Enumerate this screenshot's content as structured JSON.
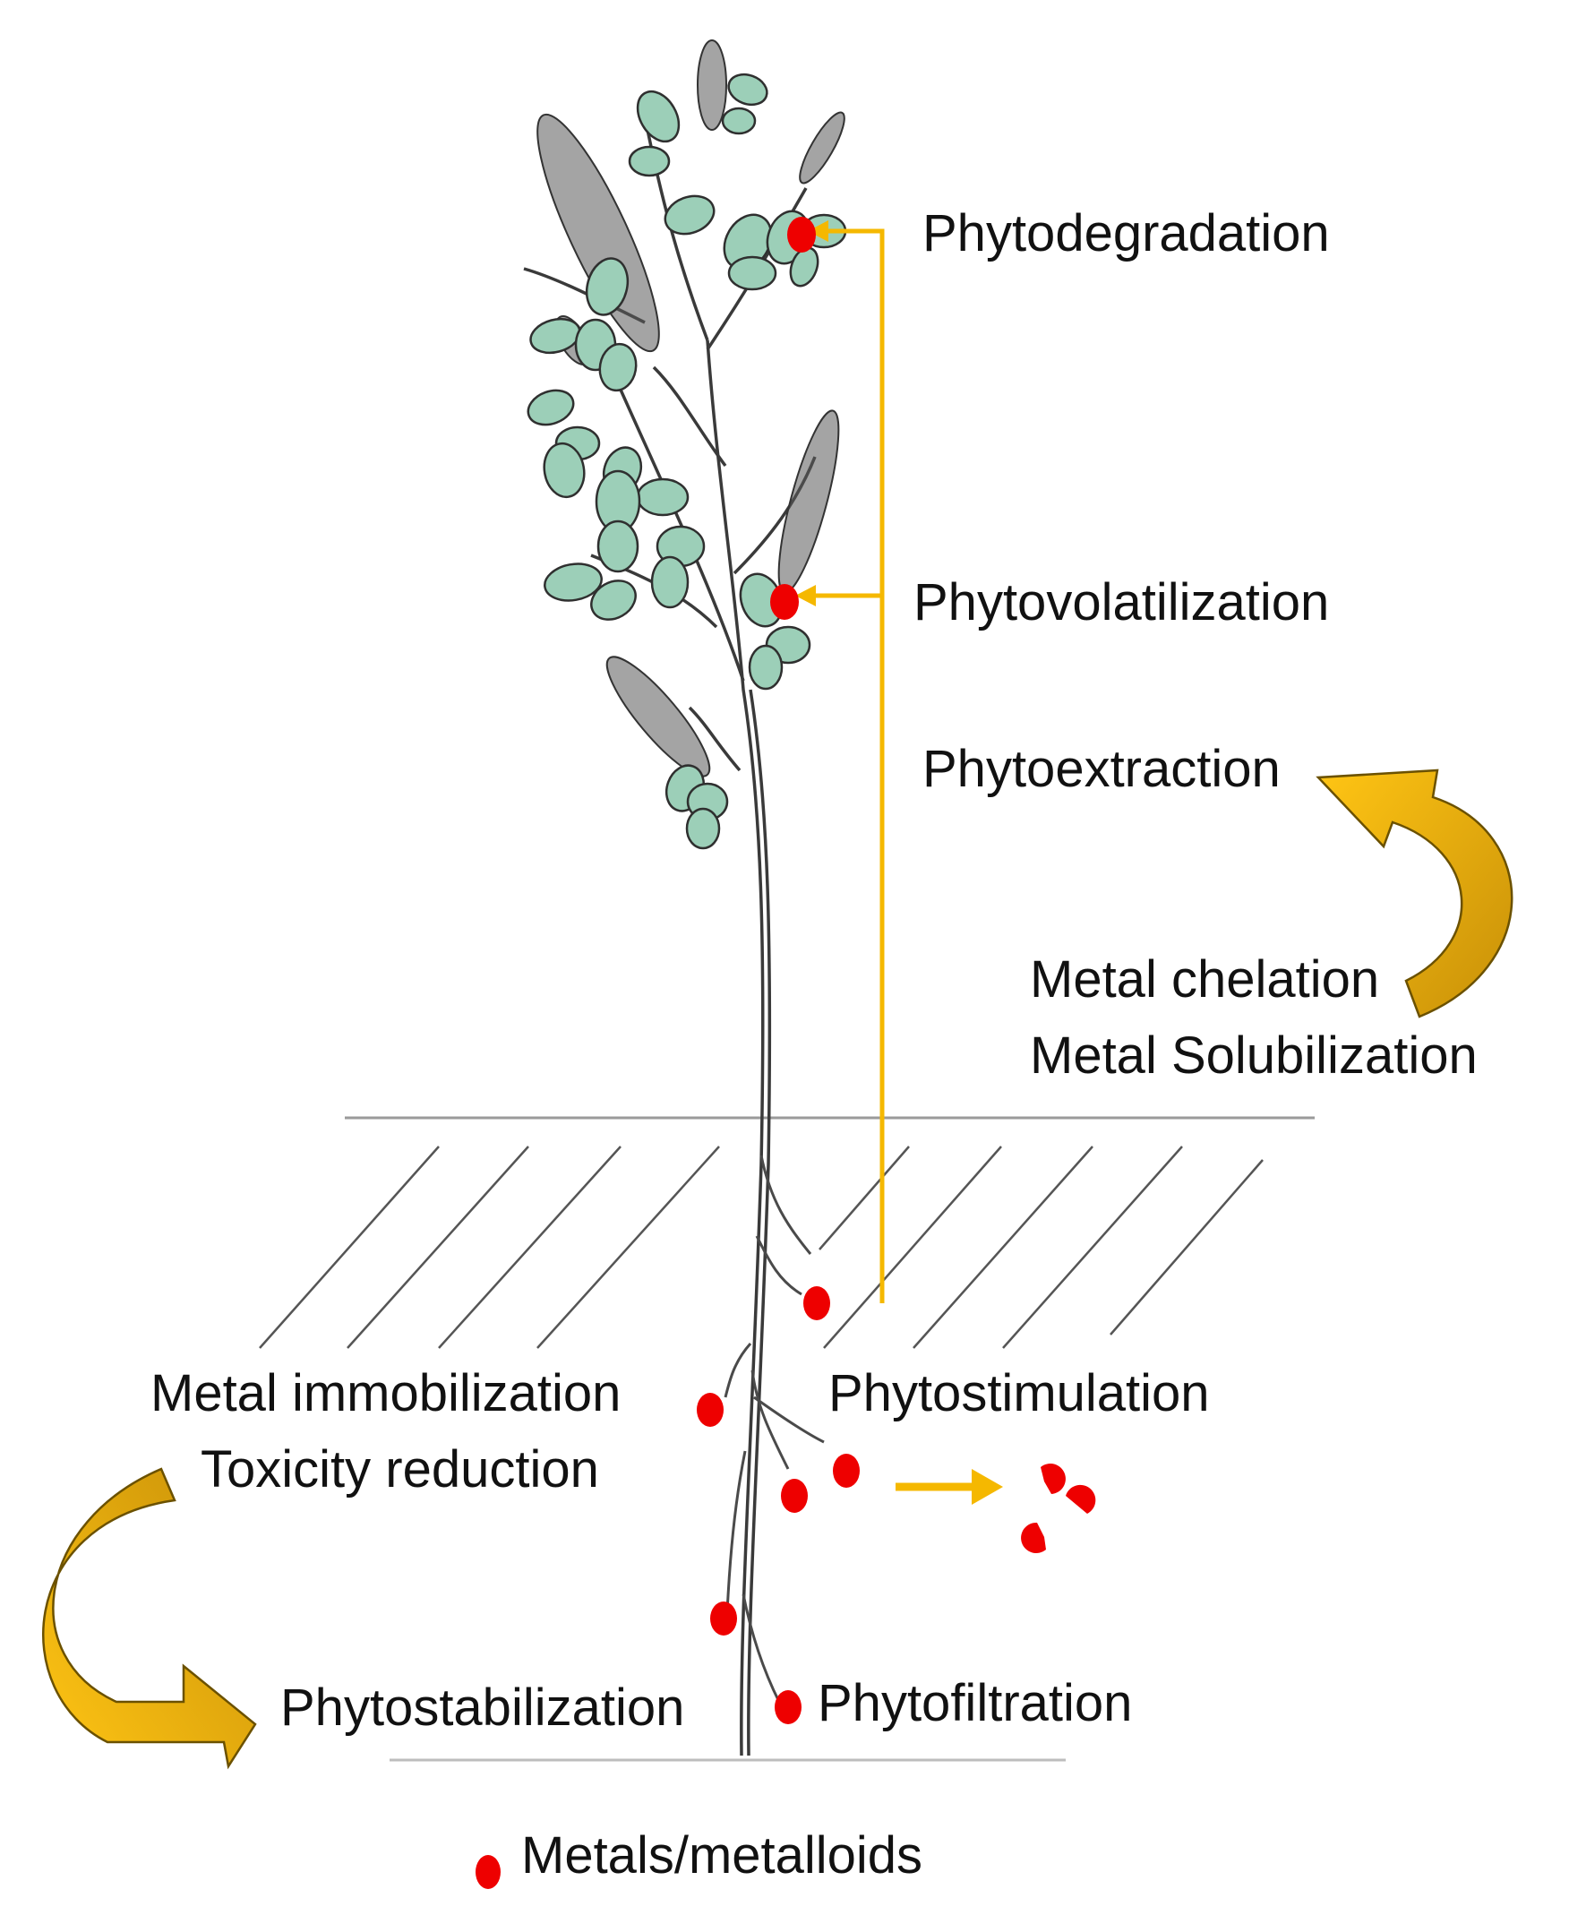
{
  "labels": {
    "phytodegradation": "Phytodegradation",
    "phytovolatilization": "Phytovolatilization",
    "phytoextraction": "Phytoextraction",
    "metal_chelation": "Metal chelation",
    "metal_solubilization": "Metal Solubilization",
    "metal_immobilization": "Metal immobilization",
    "toxicity_reduction": "Toxicity reduction",
    "phytostimulation": "Phytostimulation",
    "phytostabilization": "Phytostabilization",
    "phytofiltration": "Phytofiltration"
  },
  "legend": {
    "metals_label": "Metals/metalloids"
  },
  "colors": {
    "metal_dot": "#ee0000",
    "arrow_yellow": "#f5b800",
    "curved_arrow_light": "#ffc30f",
    "curved_arrow_dark": "#c8930a",
    "leaf_fill": "#9ccfb8",
    "stem_line": "#3a3a3a",
    "ground_line": "#9a9a9a",
    "hatch_line": "#555555"
  }
}
